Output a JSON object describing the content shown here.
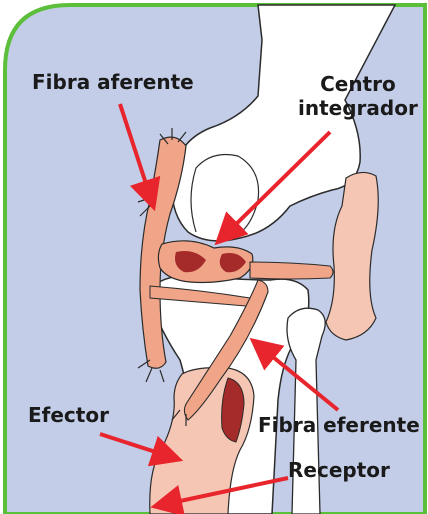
{
  "labels": {
    "afferent_fiber": "Fibra aferente",
    "integration_center_line1": "Centro",
    "integration_center_line2": "integrador",
    "efferent_fiber": "Fibra eferente",
    "effector": "Efector",
    "receptor": "Receptor"
  },
  "colors": {
    "background_panel": "#c3cde8",
    "panel_border": "#5bbf3a",
    "bone": "#ffffff",
    "outline": "#2b2b2b",
    "nerve_fill": "#f0a588",
    "tissue_fill": "#f6c6b4",
    "ganglion_dark": "#a52a2a",
    "arrow": "#e8242c"
  }
}
